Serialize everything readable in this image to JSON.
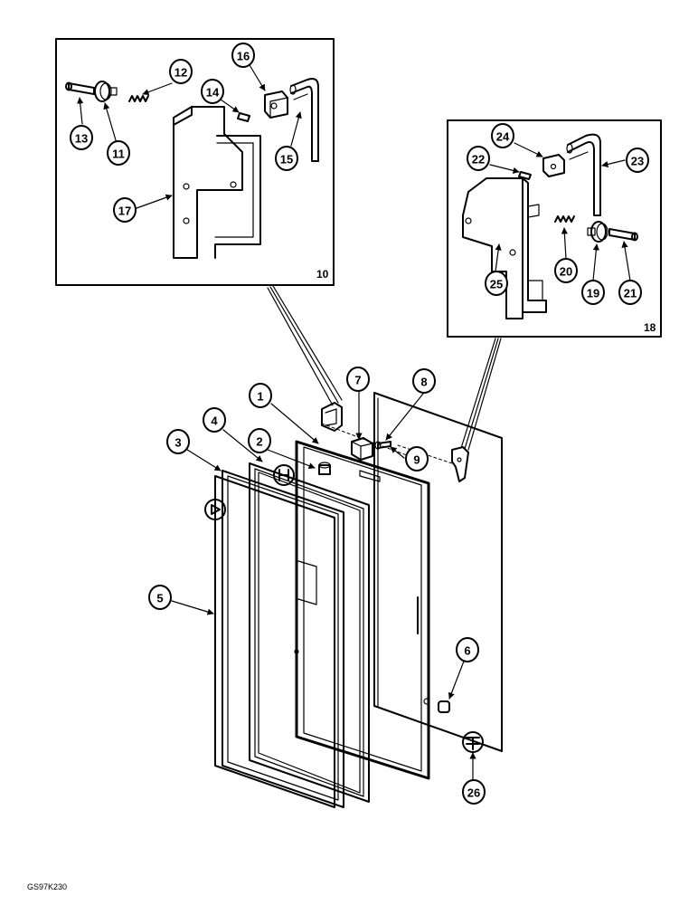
{
  "diagram": {
    "image_code": "GS97K230",
    "inset_left_number": "10",
    "inset_right_number": "18",
    "part_numbers": [
      "1",
      "2",
      "3",
      "4",
      "5",
      "6",
      "7",
      "8",
      "9",
      "10",
      "11",
      "12",
      "13",
      "14",
      "15",
      "16",
      "17",
      "18",
      "19",
      "20",
      "21",
      "22",
      "23",
      "24",
      "25",
      "26"
    ]
  }
}
